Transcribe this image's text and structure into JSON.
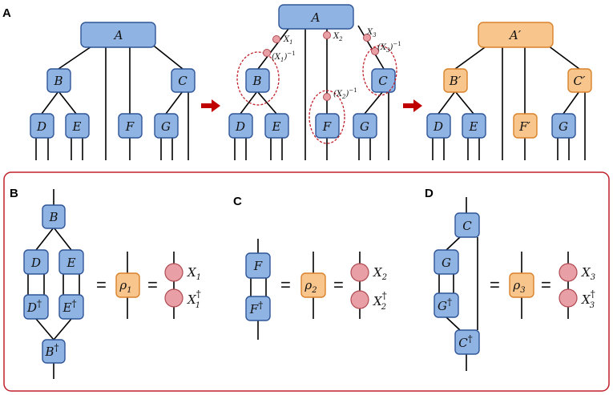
{
  "panels": {
    "a": "A",
    "b": "B",
    "c": "C",
    "d": "D"
  },
  "colors": {
    "blue_fill": "#8fb4e3",
    "blue_stroke": "#2f5597",
    "orange_fill": "#f8c58c",
    "orange_stroke": "#d9822b",
    "pink_fill": "#e8a0a6",
    "pink_stroke": "#b04a52",
    "dashed_red": "#c0202a",
    "arrow_red": "#c00000",
    "frame_red": "#c0202a"
  },
  "tree1": {
    "A": "A",
    "B": "B",
    "C": "C",
    "D": "D",
    "E": "E",
    "F": "F",
    "G": "G"
  },
  "tree2": {
    "A": "A",
    "B": "B",
    "C": "C",
    "D": "D",
    "E": "E",
    "F": "F",
    "G": "G",
    "x1": "X",
    "x1_sub": "1",
    "x1inv_open": "(X",
    "x1inv_sub": "1",
    "x1inv_close": ")",
    "x1inv_sup": "−1",
    "x2": "X",
    "x2_sub": "2",
    "x2inv_open": "(X",
    "x2inv_sub": "2",
    "x2inv_close": ")",
    "x2inv_sup": "−1",
    "x3": "X",
    "x3_sub": "3",
    "x3inv_open": "(X",
    "x3inv_sub": "3",
    "x3inv_close": ")",
    "x3inv_sup": "−1"
  },
  "tree3": {
    "A": "A",
    "B": "B",
    "C": "C",
    "D": "D",
    "E": "E",
    "F": "F",
    "G": "G",
    "prime": "′"
  },
  "diagB": {
    "B": "B",
    "D": "D",
    "E": "E",
    "Ddag": "D",
    "Edag": "E",
    "Bdag": "B",
    "dagger": "†",
    "eq": "=",
    "rho": "ρ",
    "rho_sub": "1",
    "X": "X",
    "x_sub": "1"
  },
  "diagC": {
    "F": "F",
    "Fdag": "F",
    "dagger": "†",
    "eq": "=",
    "rho": "ρ",
    "rho_sub": "2",
    "X": "X",
    "x_sub": "2"
  },
  "diagD": {
    "C": "C",
    "G": "G",
    "Gdag": "G",
    "Cdag": "C",
    "dagger": "†",
    "eq": "=",
    "rho": "ρ",
    "rho_sub": "3",
    "X": "X",
    "x_sub": "3"
  }
}
